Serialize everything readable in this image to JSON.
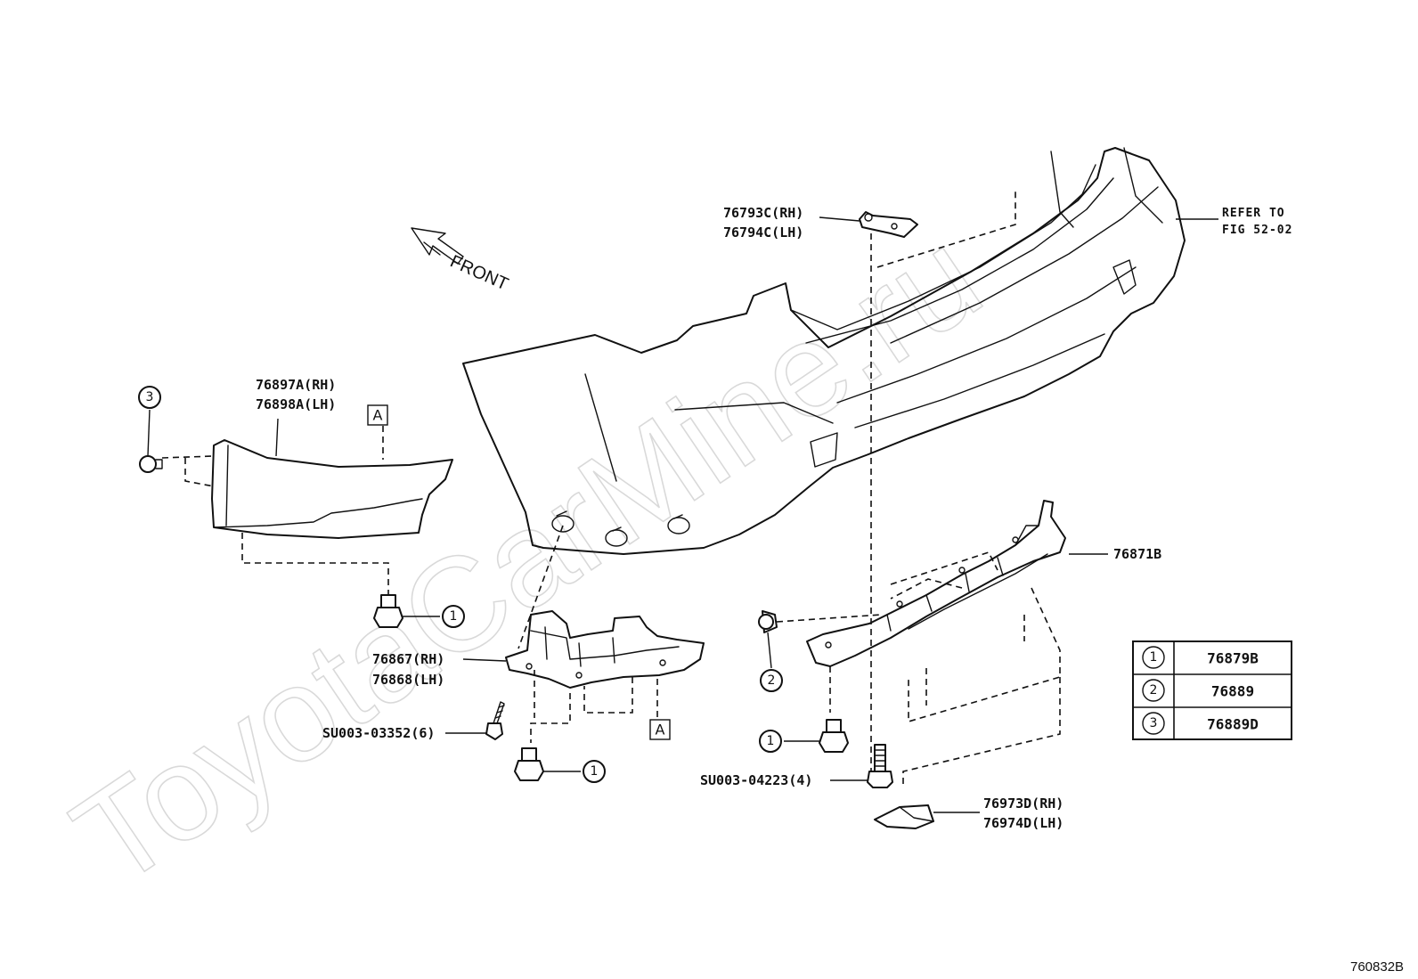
{
  "diagram": {
    "watermark": "ToyotaCarMine.ru",
    "figure_number": "760832B",
    "front_label": "FRONT",
    "refer_to": {
      "line1": "REFER TO",
      "line2": "FIG 52-02"
    },
    "parts": {
      "bracket_top_rh": "76793C(RH)",
      "bracket_top_lh": "76794C(LH)",
      "side_panel_rh": "76897A(RH)",
      "side_panel_lh": "76898A(LH)",
      "side_bracket_rh": "76867(RH)",
      "side_bracket_lh": "76868(LH)",
      "under_cover": "76871B",
      "small_plate_rh": "76973D(RH)",
      "small_plate_lh": "76974D(LH)",
      "screw_left": "SU003-03352(6)",
      "screw_right": "SU003-04223(4)"
    },
    "callouts": {
      "c1": "1",
      "c2": "2",
      "c3": "3",
      "box_a": "A"
    },
    "legend": [
      {
        "num": "1",
        "part": "76879B"
      },
      {
        "num": "2",
        "part": "76889"
      },
      {
        "num": "3",
        "part": "76889D"
      }
    ]
  }
}
